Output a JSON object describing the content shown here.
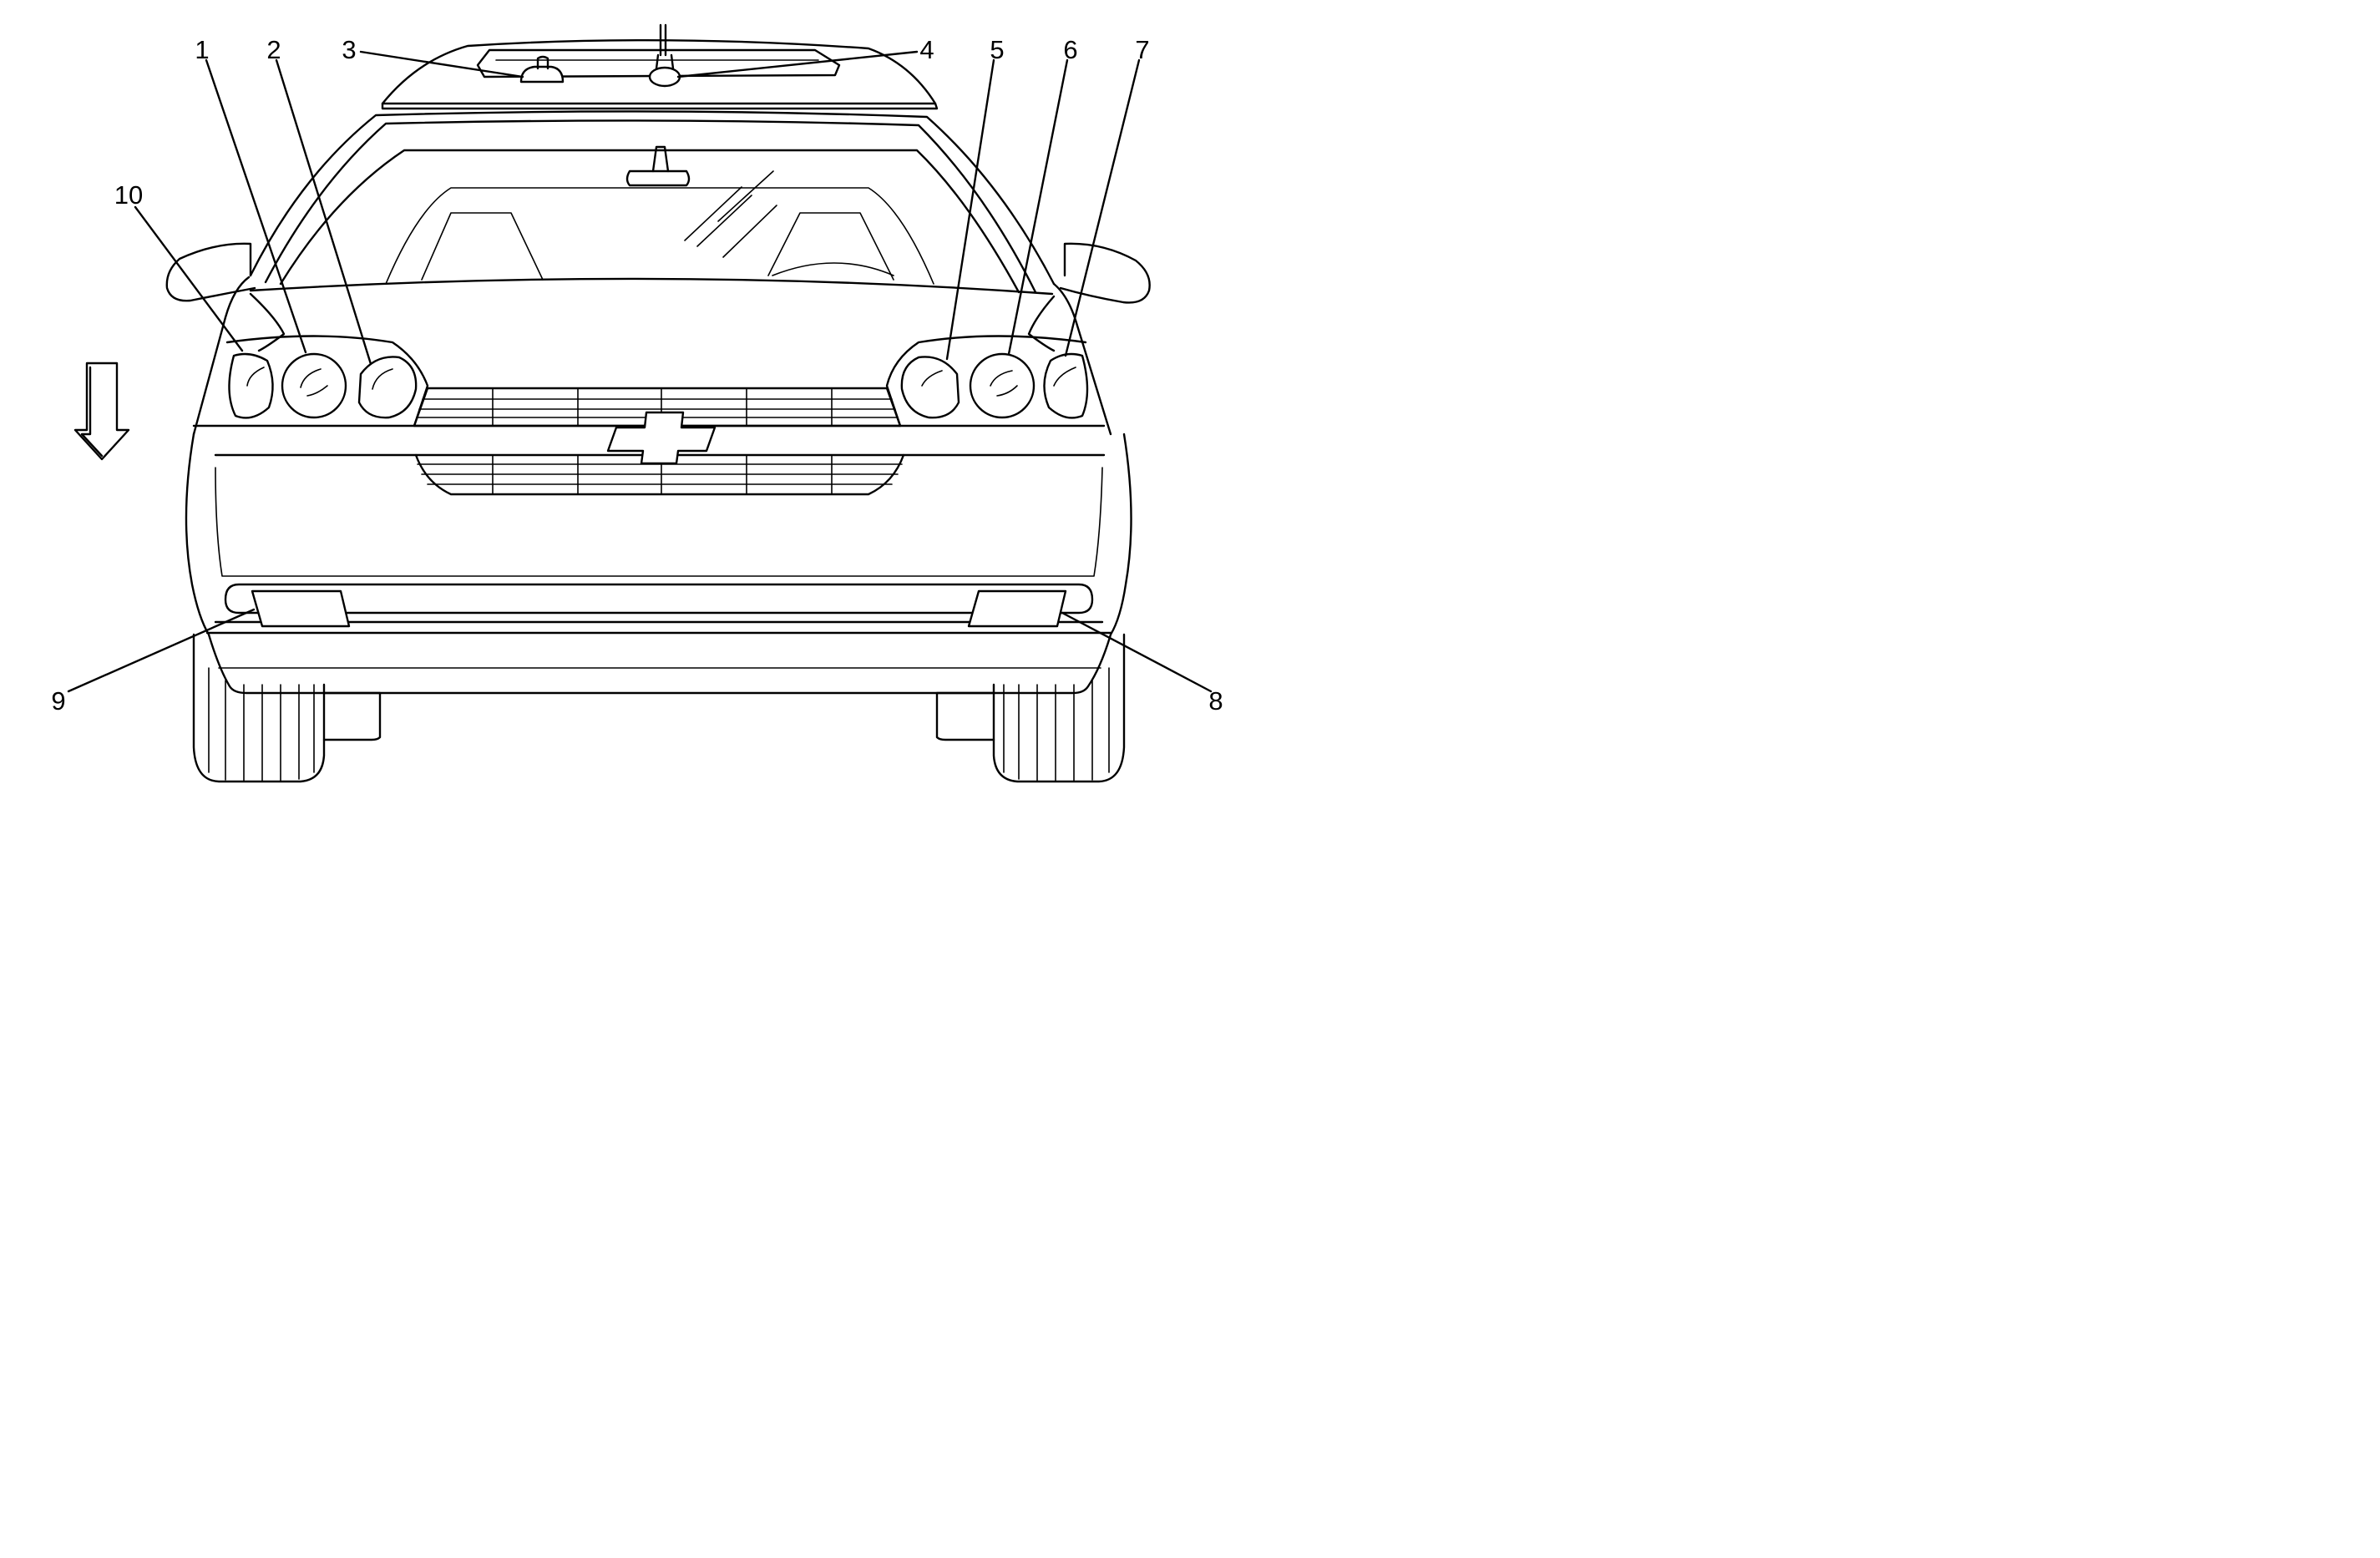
{
  "callouts": [
    {
      "id": "1",
      "label": "1"
    },
    {
      "id": "2",
      "label": "2"
    },
    {
      "id": "3",
      "label": "3"
    },
    {
      "id": "4",
      "label": "4"
    },
    {
      "id": "5",
      "label": "5"
    },
    {
      "id": "6",
      "label": "6"
    },
    {
      "id": "7",
      "label": "7"
    },
    {
      "id": "8",
      "label": "8"
    },
    {
      "id": "9",
      "label": "9"
    },
    {
      "id": "10",
      "label": "10"
    }
  ],
  "icons": {
    "direction_arrow": "down-arrow-icon",
    "emblem": "bowtie-emblem-icon"
  },
  "colors": {
    "line": "#000000",
    "background": "#ffffff"
  }
}
